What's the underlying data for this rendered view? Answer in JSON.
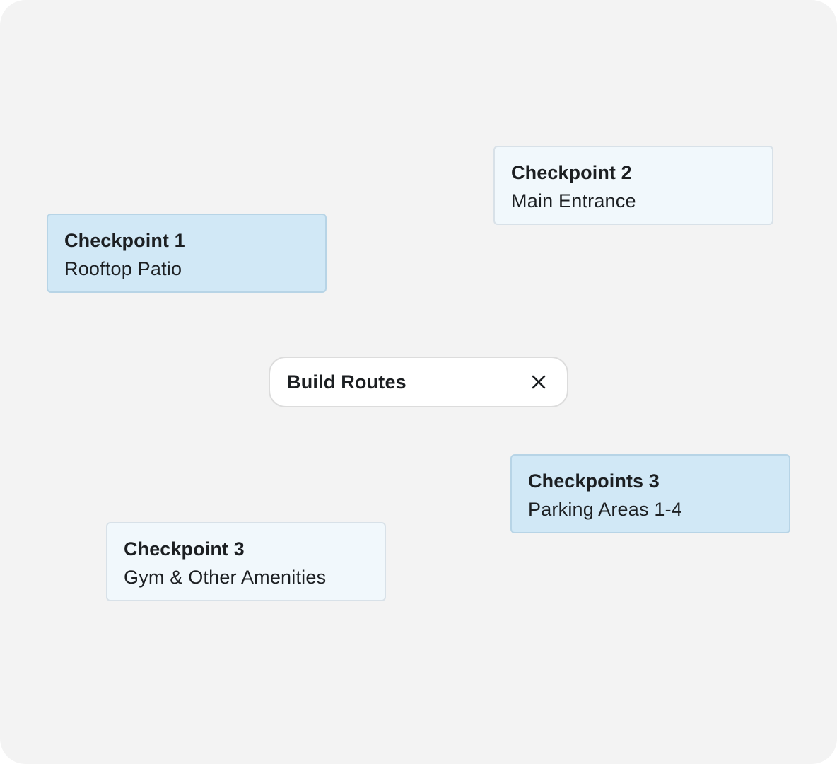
{
  "route_builder": {
    "label": "Build Routes",
    "close_icon": "close-icon"
  },
  "checkpoints": [
    {
      "title": "Checkpoint 1",
      "location": "Rooftop Patio",
      "selected": true
    },
    {
      "title": "Checkpoint 2",
      "location": "Main Entrance",
      "selected": false
    },
    {
      "title": "Checkpoints 3",
      "location": "Parking Areas 1-4",
      "selected": true
    },
    {
      "title": "Checkpoint 3",
      "location": "Gym & Other Amenities",
      "selected": false
    }
  ],
  "colors": {
    "background": "#f3f3f3",
    "selected_fill": "#d1e8f6",
    "unselected_fill": "#f1f8fc",
    "text": "#1c1f22"
  }
}
